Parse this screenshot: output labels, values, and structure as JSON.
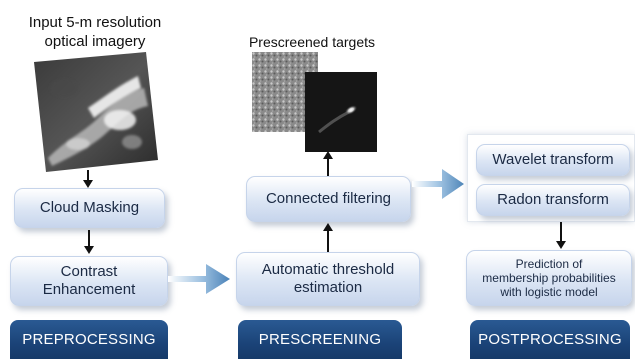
{
  "captions": {
    "input_line1": "Input 5-m resolution",
    "input_line2": "optical imagery",
    "prescreened": "Prescreened targets"
  },
  "boxes": {
    "cloud_masking": "Cloud Masking",
    "contrast_line1": "Contrast",
    "contrast_line2": "Enhancement",
    "auto_line1": "Automatic threshold",
    "auto_line2": "estimation",
    "connected_filtering": "Connected filtering",
    "wavelet": "Wavelet transform",
    "radon": "Radon transform",
    "pred_line1": "Prediction of",
    "pred_line2": "membership probabilities",
    "pred_line3": "with logistic model"
  },
  "stages": {
    "preprocessing": "PREPROCESSING",
    "prescreening": "PRESCREENING",
    "postprocessing": "POSTPROCESSING"
  },
  "colors": {
    "stage_bg": "#1b4378",
    "box_fill": "#dbe5f4",
    "flow_arrow": "#4f86b8"
  }
}
